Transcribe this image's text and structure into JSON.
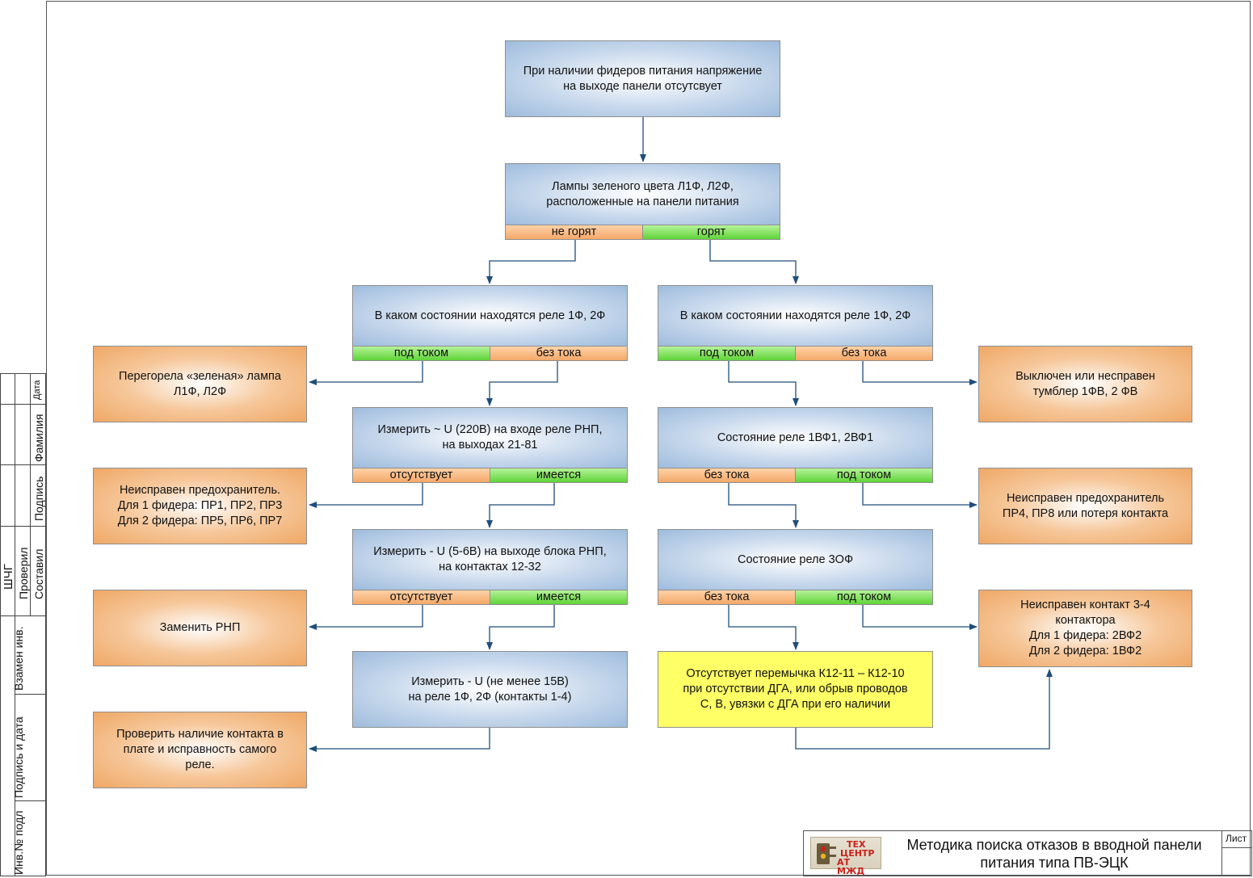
{
  "nodes": {
    "top": "При наличии фидеров питания напряжение\nна выходе панели отсутсвует",
    "lamps": "Лампы зеленого цвета Л1Ф, Л2Ф,\nрасположенные на панели питания",
    "state_left": "В каком состоянии находятся реле 1Ф, 2Ф",
    "state_right": "В каком состоянии находятся реле 1Ф, 2Ф",
    "measure_rnp_in": "Измерить ~ U (220В) на входе реле РНП,\nна выходах 21-81",
    "measure_rnp_out": "Измерить - U (5-6В) на выходе блока РНП,\nна контактах 12-32",
    "measure_relay": "Измерить - U (не менее 15В)\nна реле 1Ф, 2Ф (контакты 1-4)",
    "relay_1vf": "Состояние реле 1ВФ1, 2ВФ1",
    "relay_3of": "Состояние реле 3ОФ",
    "jumper": "Отсутствует перемычка К12-11 – К12-10\nпри отсутствии ДГА, или обрыв проводов\nС, В, увязки с ДГА при его наличии",
    "r_lamp": "Перегорела «зеленая» лампа\nЛ1Ф, Л2Ф",
    "r_fuse_left": "Неисправен предохранитель.\nДля 1 фидера: ПР1, ПР2, ПР3\nДля 2 фидера: ПР5, ПР6, ПР7",
    "r_replace": "Заменить РНП",
    "r_check": "Проверить наличие контакта в\nплате и исправность самого\nреле.",
    "r_toggle": "Выключен или несправен\nтумблер 1ФВ, 2 ФВ",
    "r_fuse_right": "Неисправен предохранитель\nПР4, ПР8 или потеря контакта",
    "r_contact": "Неисправен контакт 3-4\nконтактора\nДля 1 фидера: 2ВФ2\nДля 2 фидера: 1ВФ2"
  },
  "labels": {
    "lamps_off": "не горят",
    "lamps_on": "горят",
    "sl_energized": "под током",
    "sl_deenergized": "без тока",
    "sr_energized": "под током",
    "sr_deenergized": "без тока",
    "rnp_in_absent": "отсутствует",
    "rnp_in_present": "имеется",
    "rnp_out_absent": "отсутствует",
    "rnp_out_present": "имеется",
    "vf_deenergized": "без тока",
    "vf_energized": "под током",
    "of_deenergized": "без тока",
    "of_energized": "под током"
  },
  "stamp": {
    "date": "Дата",
    "surname": "Фамилия",
    "signature": "Подпись",
    "compiled": "Составил",
    "checked": "Проверил",
    "shch": "ШЧГ",
    "replaced_inv": "Взамен инв.",
    "sign_date": "Подпись и дата",
    "inv_orig": "Инв.№ подл"
  },
  "title_block": {
    "title": "Методика поиска отказов в вводной панели\nпитания типа ПВ-ЭЦК",
    "sheet": "Лист",
    "logo_line1": "ТЕХ",
    "logo_line2": "ЦЕНТР",
    "logo_line3": "АТ МЖД"
  },
  "colors": {
    "node_fill": "#a9c4e3",
    "result_fill": "#f0a866",
    "no_bar": "#f3a869",
    "yes_bar": "#5fd438",
    "final_fill": "#ffff66",
    "arrow": "#1f4e79"
  }
}
